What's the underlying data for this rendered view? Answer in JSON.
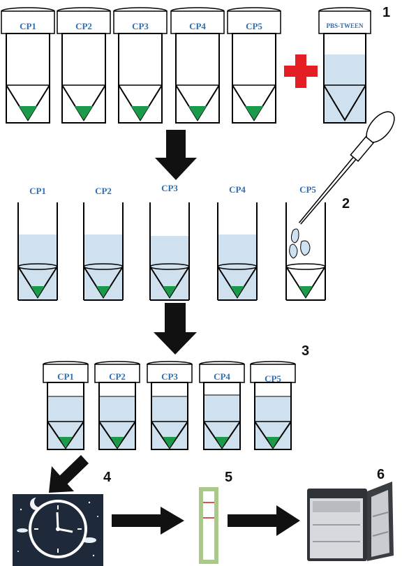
{
  "row1": {
    "tubes": [
      "CP1",
      "CP2",
      "CP3",
      "CP4",
      "CP5"
    ],
    "buffer_label": "PBS-TWEEN",
    "step": "1"
  },
  "row2": {
    "tubes": [
      "CP1",
      "CP2",
      "CP3",
      "CP4",
      "CP5"
    ],
    "step": "2"
  },
  "row3": {
    "tubes": [
      "CP1",
      "CP2",
      "CP3",
      "CP4",
      "CP5"
    ],
    "step": "3"
  },
  "row4": {
    "steps": [
      "4",
      "5",
      "6"
    ]
  },
  "icons": {
    "plus": "plus-icon",
    "pipette": "pipette-icon",
    "clock": "night-clock-icon",
    "test_strip": "test-strip-icon",
    "fridge": "fridge-icon"
  },
  "colors": {
    "liquid": "#cfe0ef",
    "pellet": "#1a9a4a",
    "label": "#2f6fb3",
    "plus": "#e31e24",
    "arrow": "#111111",
    "night_bg": "#1e2a3a",
    "strip_frame": "#a9c98a",
    "strip_line": "#d9534f"
  }
}
